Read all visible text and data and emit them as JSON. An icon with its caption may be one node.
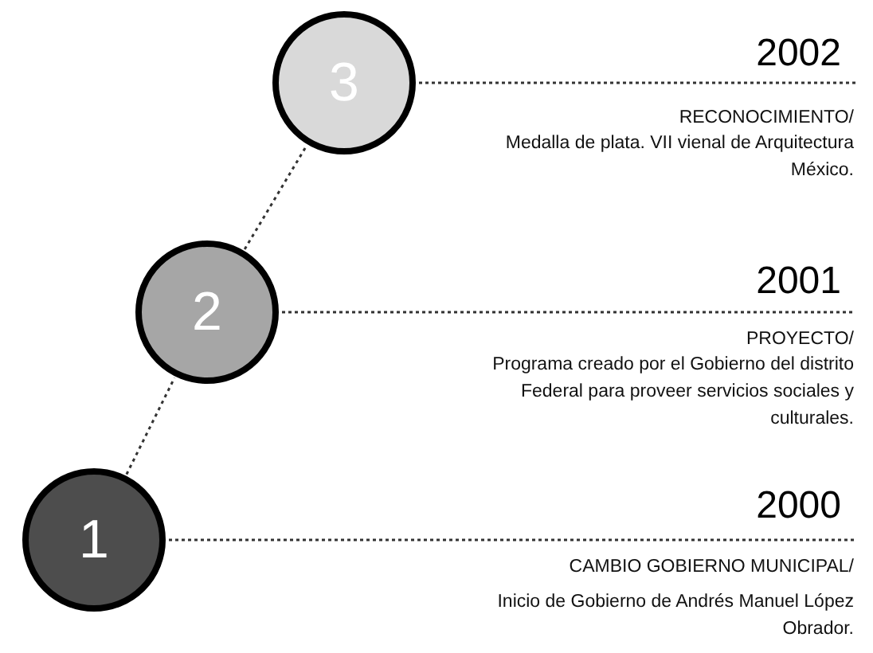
{
  "diagram": {
    "nodes": [
      {
        "text": [
          "3"
        ],
        "beside": [
          "2002",
          "RECONOCIMIENTO/",
          "Medalla de plata. VII vienal de Arquitectura México."
        ]
      },
      {
        "text": [
          "2"
        ],
        "beside": [
          "2001",
          "PROYECTO/",
          "Programa creado por el Gobierno del distrito Federal para proveer servicios sociales y culturales."
        ]
      },
      {
        "text": [
          "1"
        ],
        "beside": [
          "2000",
          "CAMBIO GOBIERNO MUNICIPAL/",
          "Inicio de Gobierno de Andrés Manuel López Obrador."
        ]
      }
    ],
    "edges": [
      {
        "from": 1,
        "to": 0,
        "arrow": "none",
        "style": "dashed"
      },
      {
        "from": 2,
        "to": 1,
        "arrow": "none",
        "style": "dashed"
      }
    ]
  }
}
